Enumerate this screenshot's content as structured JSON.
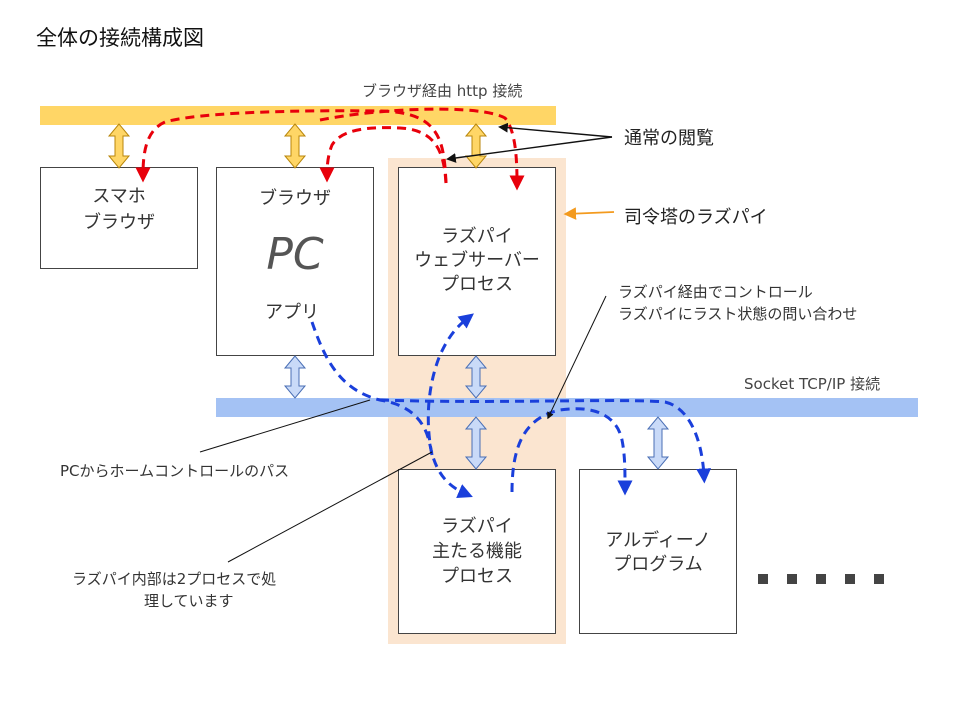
{
  "title": "全体の接続構成図",
  "bars": {
    "http_label": "ブラウザ経由 http 接続",
    "socket_label": "Socket TCP/IP 接続"
  },
  "boxes": {
    "smartphone": [
      "スマホ",
      "ブラウザ"
    ],
    "pc": {
      "top": "ブラウザ",
      "center": "PC",
      "bottom": "アプリ"
    },
    "raspi_web": [
      "ラズパイ",
      "ウェブサーバー",
      "プロセス"
    ],
    "raspi_main": [
      "ラズパイ",
      "主たる機能",
      "プロセス"
    ],
    "arduino": [
      "アルディーノ",
      "プログラム"
    ]
  },
  "callouts": {
    "normal_view": "通常の閲覧",
    "command_tower": "司令塔のラズパイ"
  },
  "notes": {
    "control_via": [
      "ラズパイ経由でコントロール",
      "ラズパイにラスト状態の問い合わせ"
    ],
    "pc_path": "PCからホームコントロールのパス",
    "two_process": [
      "ラズパイ内部は2プロセスで処",
      "理しています"
    ]
  },
  "colors": {
    "http_bar": "#FFD666",
    "socket_bar": "#A4C2F4",
    "highlight": "#FBE5D0",
    "red_arrow": "#E8000B",
    "blue_arrow": "#1A3FDB",
    "orange_callout": "#F39A1E"
  }
}
